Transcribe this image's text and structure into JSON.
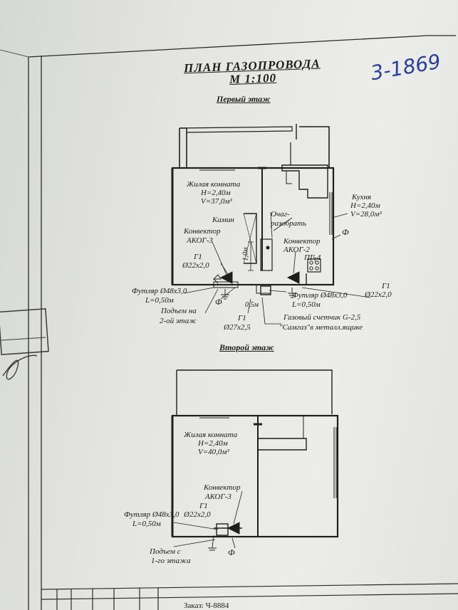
{
  "title": {
    "line1": "ПЛАН ГАЗОПРОВОДА",
    "line2": "М 1:100"
  },
  "handwritten_number": "3-1869",
  "first_floor": {
    "heading": "Первый этаж",
    "living_room": {
      "name": "Жилая комната",
      "height": "H=2,40м",
      "volume": "V=37,0м³"
    },
    "kitchen": {
      "name": "Кухня",
      "height": "H=2,40м",
      "volume": "V=28,0м³"
    },
    "fireplace": "Камин",
    "hearth": [
      "Очаг-",
      "разобрать"
    ],
    "convector_left": [
      "Конвектор",
      "АКОГ-3"
    ],
    "convector_right": [
      "Конвектор",
      "АКОГ-2"
    ],
    "stove": "ПГ-4",
    "pipe_left": [
      "Г1",
      "Ø22х2,0"
    ],
    "pipe_right": [
      "Г1",
      "Ø22х2,0"
    ],
    "sleeve_left": [
      "Футляр Ø48х3,0",
      "L=0,50м"
    ],
    "sleeve_right": [
      "Футляр Ø48х3,0",
      "L=0,50м"
    ],
    "riser": [
      "Подъем на",
      "2-ой этаж"
    ],
    "inlet_pipe": [
      "Г1",
      "Ø27х2,5"
    ],
    "meter": [
      "Газовый счетчик G-2,5",
      "\"Самгаз\"в металл.ящике"
    ],
    "dim_1": "1,0м",
    "dim_2": "0,5м",
    "facade_a": "Ф",
    "facade_b": "Ф"
  },
  "second_floor": {
    "heading": "Второй этаж",
    "living_room": {
      "name": "Жилая комната",
      "height": "H=2,40м",
      "volume": "V=40,0м³"
    },
    "convector": [
      "Конвектор",
      "АКОГ-3"
    ],
    "pipe": [
      "Г1",
      "Ø22х2,0"
    ],
    "sleeve": [
      "Футляр Ø48х3,0",
      "L=0,50м"
    ],
    "riser": [
      "Подъем с",
      "1-го этажа"
    ],
    "facade": "Ф"
  },
  "footer": {
    "order": "Заказ: Ч-8884"
  },
  "colors": {
    "paper": "#e6e7e3",
    "ink": "#1b1b1b",
    "handwriting": "#2a3f9a",
    "stamp": "#3a3a3a"
  }
}
